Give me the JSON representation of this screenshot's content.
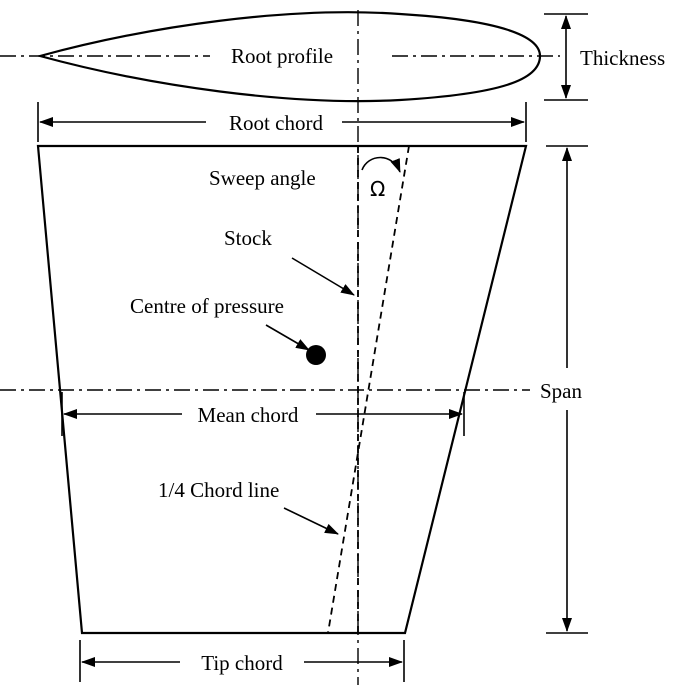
{
  "labels": {
    "root_profile": "Root profile",
    "thickness": "Thickness",
    "root_chord": "Root chord",
    "sweep_angle": "Sweep angle",
    "omega": "Ω",
    "stock": "Stock",
    "centre_of_pressure": "Centre of pressure",
    "span": "Span",
    "mean_chord": "Mean chord",
    "quarter_chord_line": "1/4 Chord line",
    "tip_chord": "Tip chord"
  },
  "colors": {
    "ink": "#000000",
    "background": "#ffffff"
  }
}
